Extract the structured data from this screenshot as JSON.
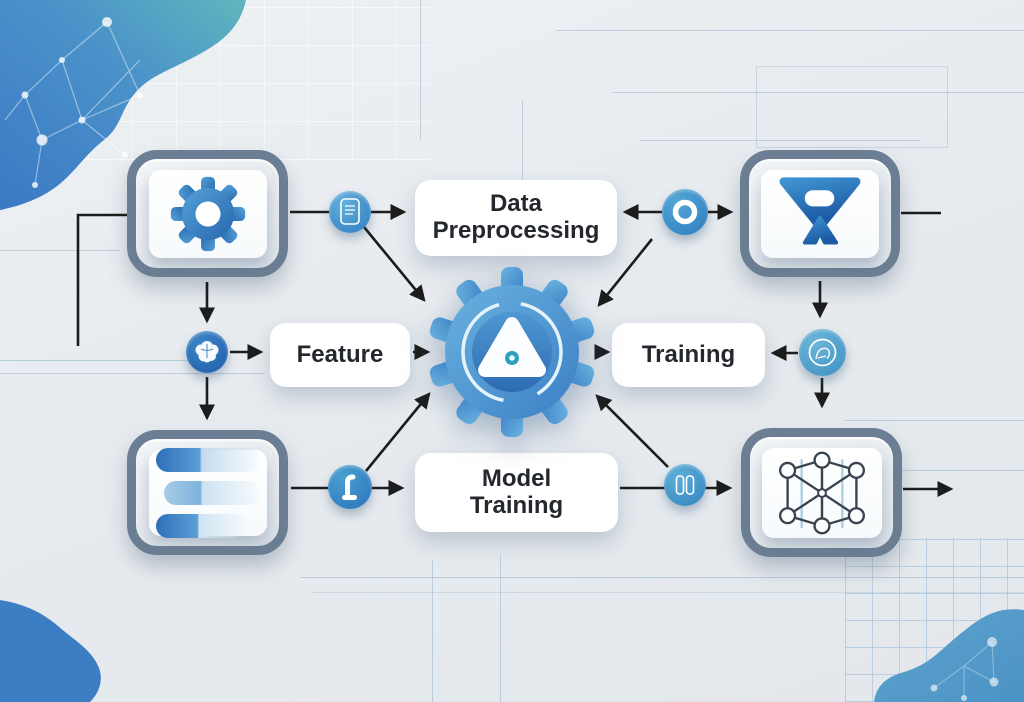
{
  "meta": {
    "description": "Machine learning pipeline flow diagram"
  },
  "colors": {
    "background": "#e9edf0",
    "arrow": "#1c1c1c",
    "node_border": "#6b7e93",
    "accent_blue": "#3b82c4",
    "badge_blue": "#3e92c9",
    "corner_blob_blue": "#3c7ec4",
    "corner_blob_teal": "#57b2ba",
    "text": "#24282e"
  },
  "labels": {
    "data_preprocessing": "Data\nPreprocessing",
    "feature": "Feature",
    "training": "Training",
    "model_training": "Model\nTraining"
  },
  "nodes": [
    {
      "id": "settings-gear",
      "icon": "gear-icon",
      "position": "top-left"
    },
    {
      "id": "filter-funnel",
      "icon": "funnel-icon",
      "position": "top-right"
    },
    {
      "id": "data-bars",
      "icon": "bar-chart-icon",
      "position": "bottom-left"
    },
    {
      "id": "network-graph",
      "icon": "network-graph-icon",
      "position": "bottom-right"
    },
    {
      "id": "hub",
      "icon": "gear-triangle-icon",
      "position": "center"
    }
  ],
  "badges": [
    {
      "id": "document-badge",
      "icon": "document-icon"
    },
    {
      "id": "ring-badge",
      "icon": "ring-icon"
    },
    {
      "id": "brain-badge",
      "icon": "brain-icon"
    },
    {
      "id": "profile-badge",
      "icon": "head-profile-icon"
    },
    {
      "id": "bracket-badge",
      "icon": "bracket-icon"
    },
    {
      "id": "pants-badge",
      "icon": "brackets-icon"
    }
  ]
}
